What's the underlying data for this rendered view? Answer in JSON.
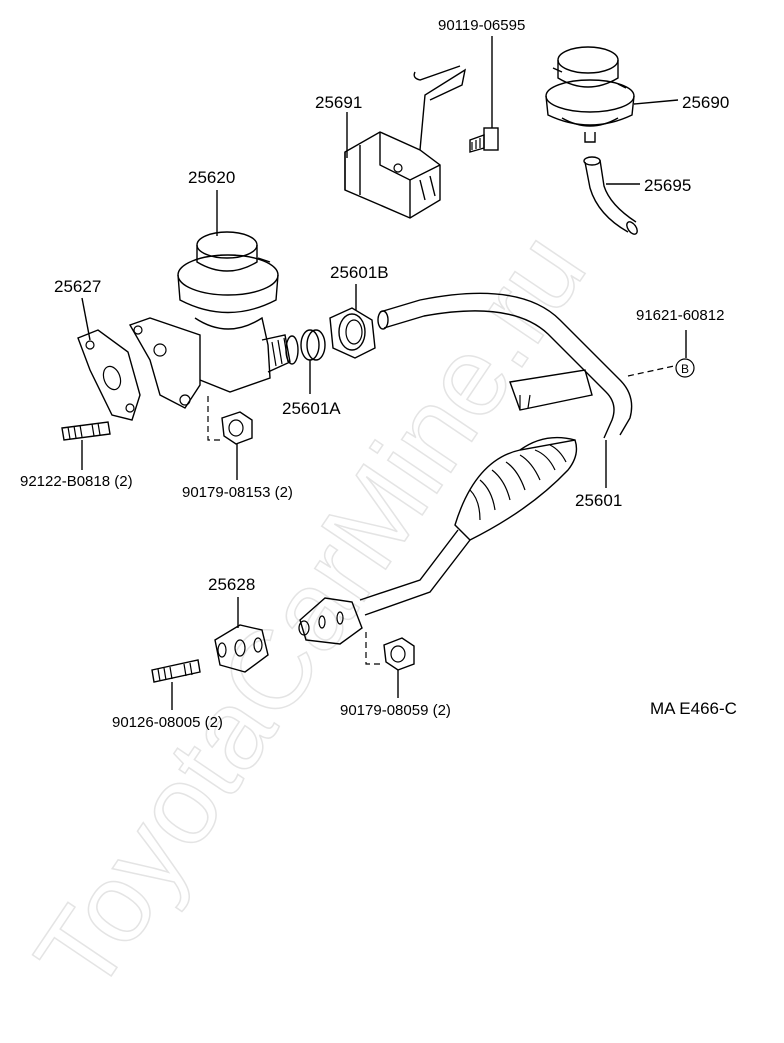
{
  "watermark": "ToyotaCarMine.ru",
  "diagram_code": "MA E466-C",
  "callout_symbol": "B",
  "parts": {
    "p25620": "25620",
    "p25627": "25627",
    "p25691": "25691",
    "p90119": "90119-06595",
    "p25690": "25690",
    "p25695": "25695",
    "p25601B": "25601B",
    "p25601A": "25601A",
    "p91621": "91621-60812",
    "p25601": "25601",
    "p92122": "92122-B0818 (2)",
    "p90179a": "90179-08153 (2)",
    "p25628": "25628",
    "p90126": "90126-08005 (2)",
    "p90179b": "90179-08059 (2)"
  }
}
